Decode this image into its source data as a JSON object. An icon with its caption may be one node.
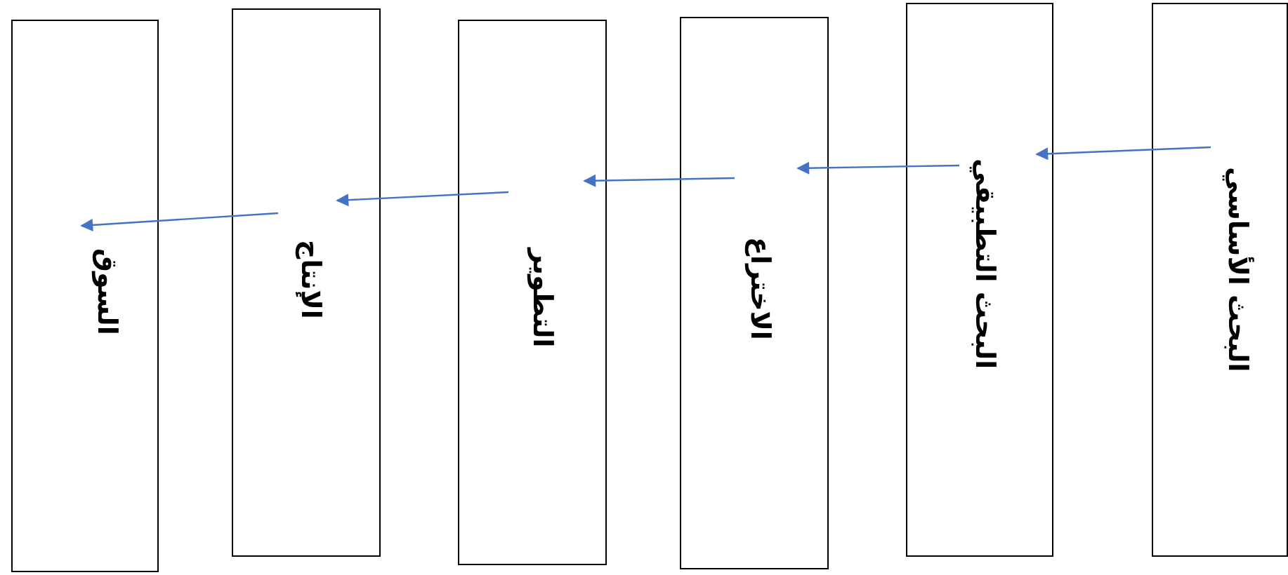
{
  "diagram": {
    "nodes": [
      {
        "text": [
          "البحث الأساسي"
        ]
      },
      {
        "text": [
          "البحث التطبيقي"
        ]
      },
      {
        "text": [
          "الاختراع"
        ]
      },
      {
        "text": [
          "التطوير"
        ]
      },
      {
        "text": [
          "الإنتاج"
        ]
      },
      {
        "text": [
          "السوق"
        ]
      }
    ],
    "edges": [
      {
        "from": 0,
        "to": 1,
        "arrow": "to"
      },
      {
        "from": 1,
        "to": 2,
        "arrow": "to"
      },
      {
        "from": 2,
        "to": 3,
        "arrow": "to"
      },
      {
        "from": 3,
        "to": 4,
        "arrow": "to"
      },
      {
        "from": 4,
        "to": 5,
        "arrow": "to"
      }
    ]
  }
}
